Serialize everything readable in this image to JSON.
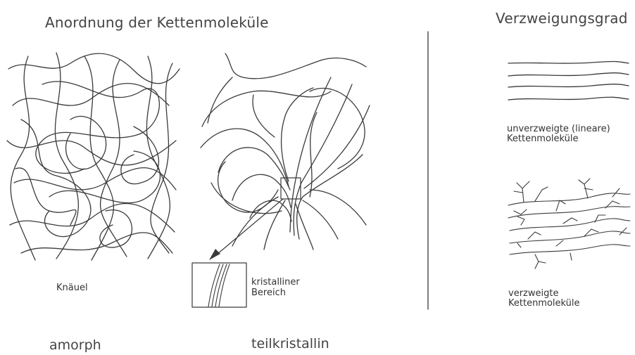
{
  "headings": {
    "arrangement": "Anordnung der Kettenmoleküle",
    "branching": "Verzweigungsgrad"
  },
  "labels": {
    "coil": "Knäuel",
    "crystalline_line1": "kristalliner",
    "crystalline_line2": "Bereich",
    "unbranched_line1": "unverzweigte (lineare)",
    "unbranched_line2": "Kettenmoleküle",
    "branched_line1": "verzweigte",
    "branched_line2": "Kettenmoleküle"
  },
  "categories": {
    "amorphous": "amorph",
    "semicrystalline": "teilkristallin"
  },
  "colors": {
    "ink": "#3a3a3a",
    "background": "#ffffff"
  }
}
